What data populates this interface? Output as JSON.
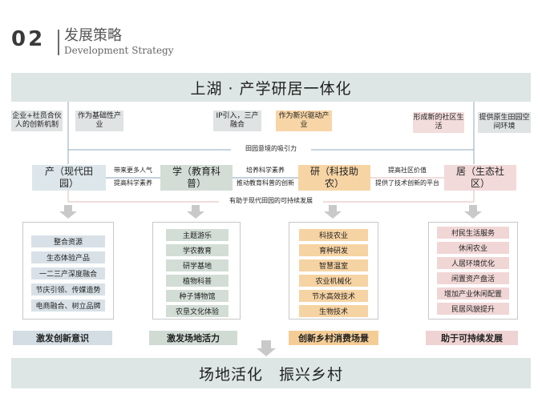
{
  "header": {
    "number": "02",
    "title_cn": "发展策略",
    "title_en": "Development Strategy"
  },
  "top_banner": "上湖 · 产学研居一体化",
  "bottom_banner": "场地活化　振兴乡村",
  "tags": {
    "t1": "企业+社员合伙人的创新机制",
    "t2": "作为基础性产业",
    "t3": "IP引入，三产融合",
    "t4": "作为新兴驱动产业",
    "t5": "形成新的社区生活",
    "t6": "提供原生田园空间环境"
  },
  "labels": {
    "attraction": "田园意境的吸引力",
    "sustain": "有助于现代田园的可持续发展",
    "l1a": "带来更多人气",
    "l1b": "提高科学素养",
    "l2a": "培养科学素养",
    "l2b": "推动教育科普的创新",
    "l3a": "提高社区价值",
    "l3b": "提供了技术创新的平台"
  },
  "nodes": {
    "chan": "产（现代田园）",
    "xue": "学（教育科普）",
    "yan": "研（科技助农）",
    "ju": "居（生态社区）"
  },
  "columns": {
    "col1": [
      "整合资源",
      "生态体验产品",
      "一二三产深度融合",
      "节庆引领、传媒造势",
      "电商融合、树立品牌"
    ],
    "col2": [
      "主题游乐",
      "学农教育",
      "研学基地",
      "植物科普",
      "种子博物馆",
      "农垦文化体验"
    ],
    "col3": [
      "科技农业",
      "育种研发",
      "智慧温室",
      "农业机械化",
      "节水高效技术",
      "生物技术"
    ],
    "col4": [
      "村民生活服务",
      "休闲农业",
      "人居环境优化",
      "闲置资产盘活",
      "增加产业休闲配置",
      "民居风貌提升"
    ]
  },
  "footers": [
    "激发创新意识",
    "激发场地活力",
    "创新乡村消费场景",
    "助于可持续发展"
  ],
  "colors": {
    "banner": "#dde6e4",
    "blue": "#d8e1e7",
    "green": "#d2ddd5",
    "orange": "#f6d3a2",
    "pink": "#f1d6d6"
  }
}
